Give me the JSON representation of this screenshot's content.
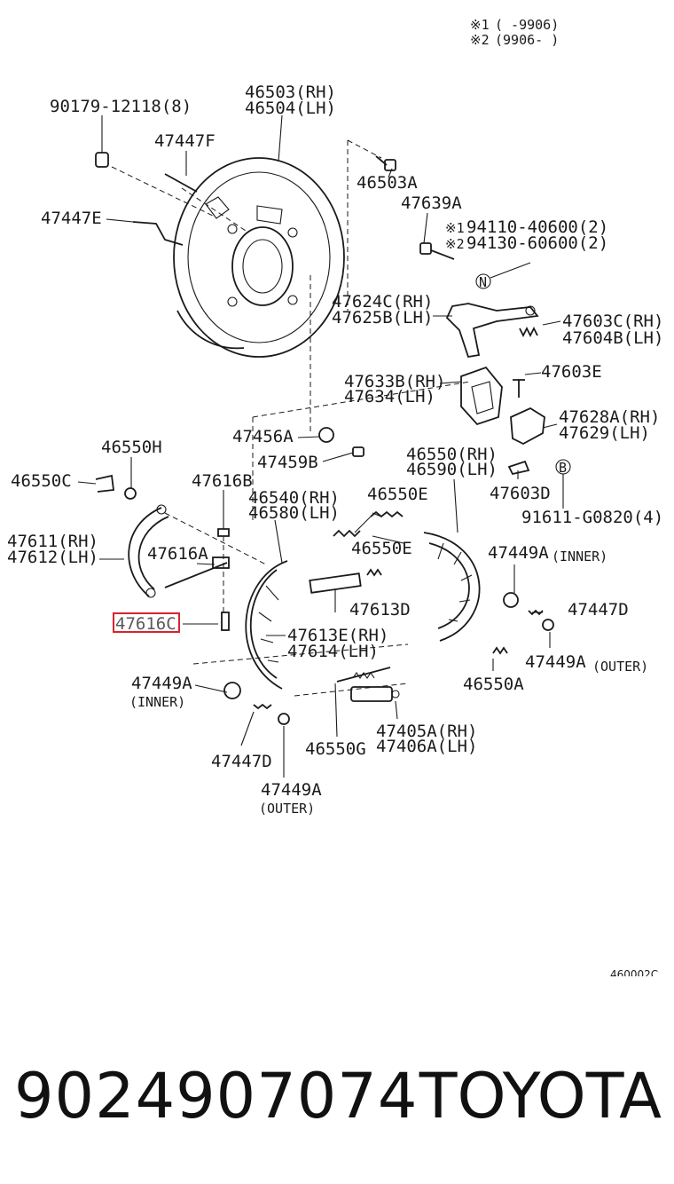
{
  "notes": {
    "n1_mark": "※1",
    "n1_range": "(      -9906)",
    "n2_mark": "※2",
    "n2_range": "(9906-      )"
  },
  "labels": {
    "p90179": "90179-12118(8)",
    "p46503": "46503(RH)",
    "p46504": "46504(LH)",
    "p47447F": "47447F",
    "p47447E": "47447E",
    "p46503A": "46503A",
    "p47639A": "47639A",
    "p94110": "94110-40600(2)",
    "p94130": "94130-60600(2)",
    "marker_n": "N",
    "p47624C": "47624C(RH)",
    "p47625B": "47625B(LH)",
    "p47603C": "47603C(RH)",
    "p47604B": "47604B(LH)",
    "p47633B": "47633B(RH)",
    "p47634": "47634(LH)",
    "p47603E": "47603E",
    "p47628A": "47628A(RH)",
    "p47629": "47629(LH)",
    "p47456A": "47456A",
    "p47459B": "47459B",
    "p46550H": "46550H",
    "p46550C": "46550C",
    "p46550": "46550(RH)",
    "p46590": "46590(LH)",
    "marker_b": "B",
    "p47603D": "47603D",
    "p91611": "91611-G0820(4)",
    "p47616B": "47616B",
    "p46540": "46540(RH)",
    "p46580": "46580(LH)",
    "p46550E_a": "46550E",
    "p46550E_b": "46550E",
    "p47611": "47611(RH)",
    "p47612": "47612(LH)",
    "p47616A": "47616A",
    "p47449A_inner_r": "47449A",
    "inner_r": "(INNER)",
    "p47613D": "47613D",
    "p47447D_r": "47447D",
    "p47616C": "47616C",
    "p47613E": "47613E(RH)",
    "p47614": "47614(LH)",
    "p47449A_outer_r": "47449A",
    "outer_r": "(OUTER)",
    "p47449A_inner_l": "47449A",
    "inner_l": "(INNER)",
    "p46550A": "46550A",
    "p47405A": "47405A(RH)",
    "p47406A": "47406A(LH)",
    "p46550G": "46550G",
    "p47447D_l": "47447D",
    "p47449A_outer_l": "47449A",
    "outer_l": "(OUTER)",
    "diagram_code": "460002C"
  },
  "highlight": {
    "part": "47616C",
    "color": "#d9232e"
  },
  "footer": {
    "part_number": "9024907074",
    "brand": "TOYOTA"
  }
}
